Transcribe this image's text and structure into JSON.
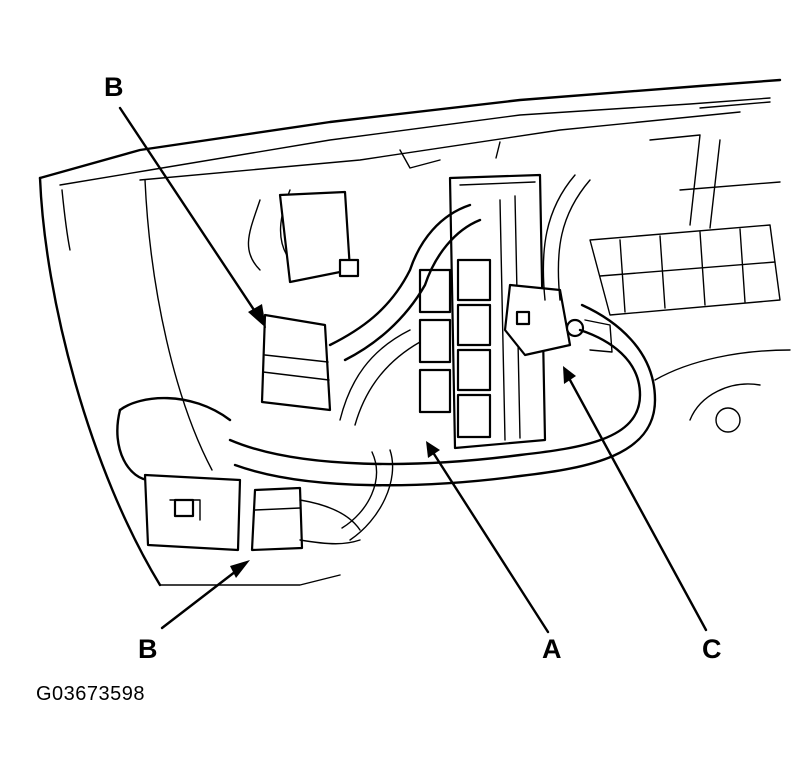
{
  "figure": {
    "id_text": "G03673598"
  },
  "callouts": {
    "b_top": "B",
    "b_bottom": "B",
    "a": "A",
    "c": "C"
  },
  "colors": {
    "line": "#000000",
    "background": "#ffffff"
  }
}
